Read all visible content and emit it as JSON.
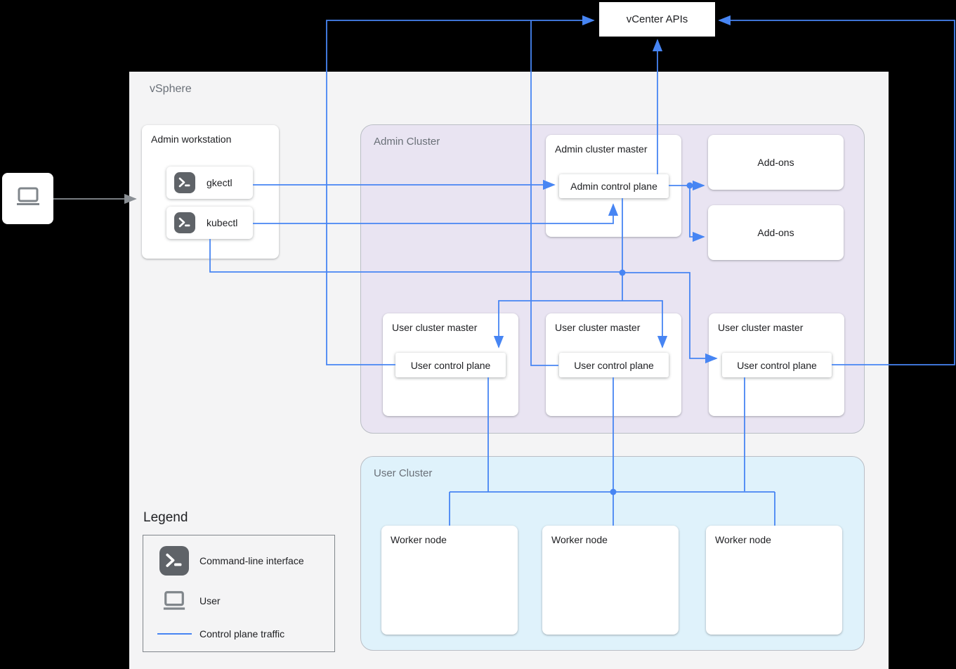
{
  "colors": {
    "background": "#000000",
    "vsphere_bg": "#f4f4f5",
    "admin_cluster_bg": "#e9e4f2",
    "user_cluster_bg": "#dff2fb",
    "control_plane_line": "#4785f3",
    "icon_gray": "#5f6368"
  },
  "vcenter": {
    "label": "vCenter APIs"
  },
  "vsphere": {
    "label": "vSphere"
  },
  "admin_workstation": {
    "title": "Admin workstation",
    "tools": [
      {
        "label": "gkectl"
      },
      {
        "label": "kubectl"
      }
    ]
  },
  "admin_cluster": {
    "label": "Admin Cluster",
    "admin_master": {
      "title": "Admin cluster master",
      "control_plane": "Admin control plane"
    },
    "addons": [
      {
        "label": "Add-ons"
      },
      {
        "label": "Add-ons"
      }
    ],
    "user_masters": [
      {
        "title": "User cluster master",
        "control_plane": "User control plane"
      },
      {
        "title": "User cluster master",
        "control_plane": "User control plane"
      },
      {
        "title": "User cluster master",
        "control_plane": "User control plane"
      }
    ]
  },
  "user_cluster": {
    "label": "User Cluster",
    "workers": [
      {
        "label": "Worker node"
      },
      {
        "label": "Worker node"
      },
      {
        "label": "Worker node"
      }
    ]
  },
  "legend": {
    "title": "Legend",
    "items": [
      {
        "icon": "terminal-icon",
        "label": "Command-line interface"
      },
      {
        "icon": "laptop-icon",
        "label": "User"
      },
      {
        "icon": "control-plane-line",
        "label": "Control plane traffic"
      }
    ]
  }
}
